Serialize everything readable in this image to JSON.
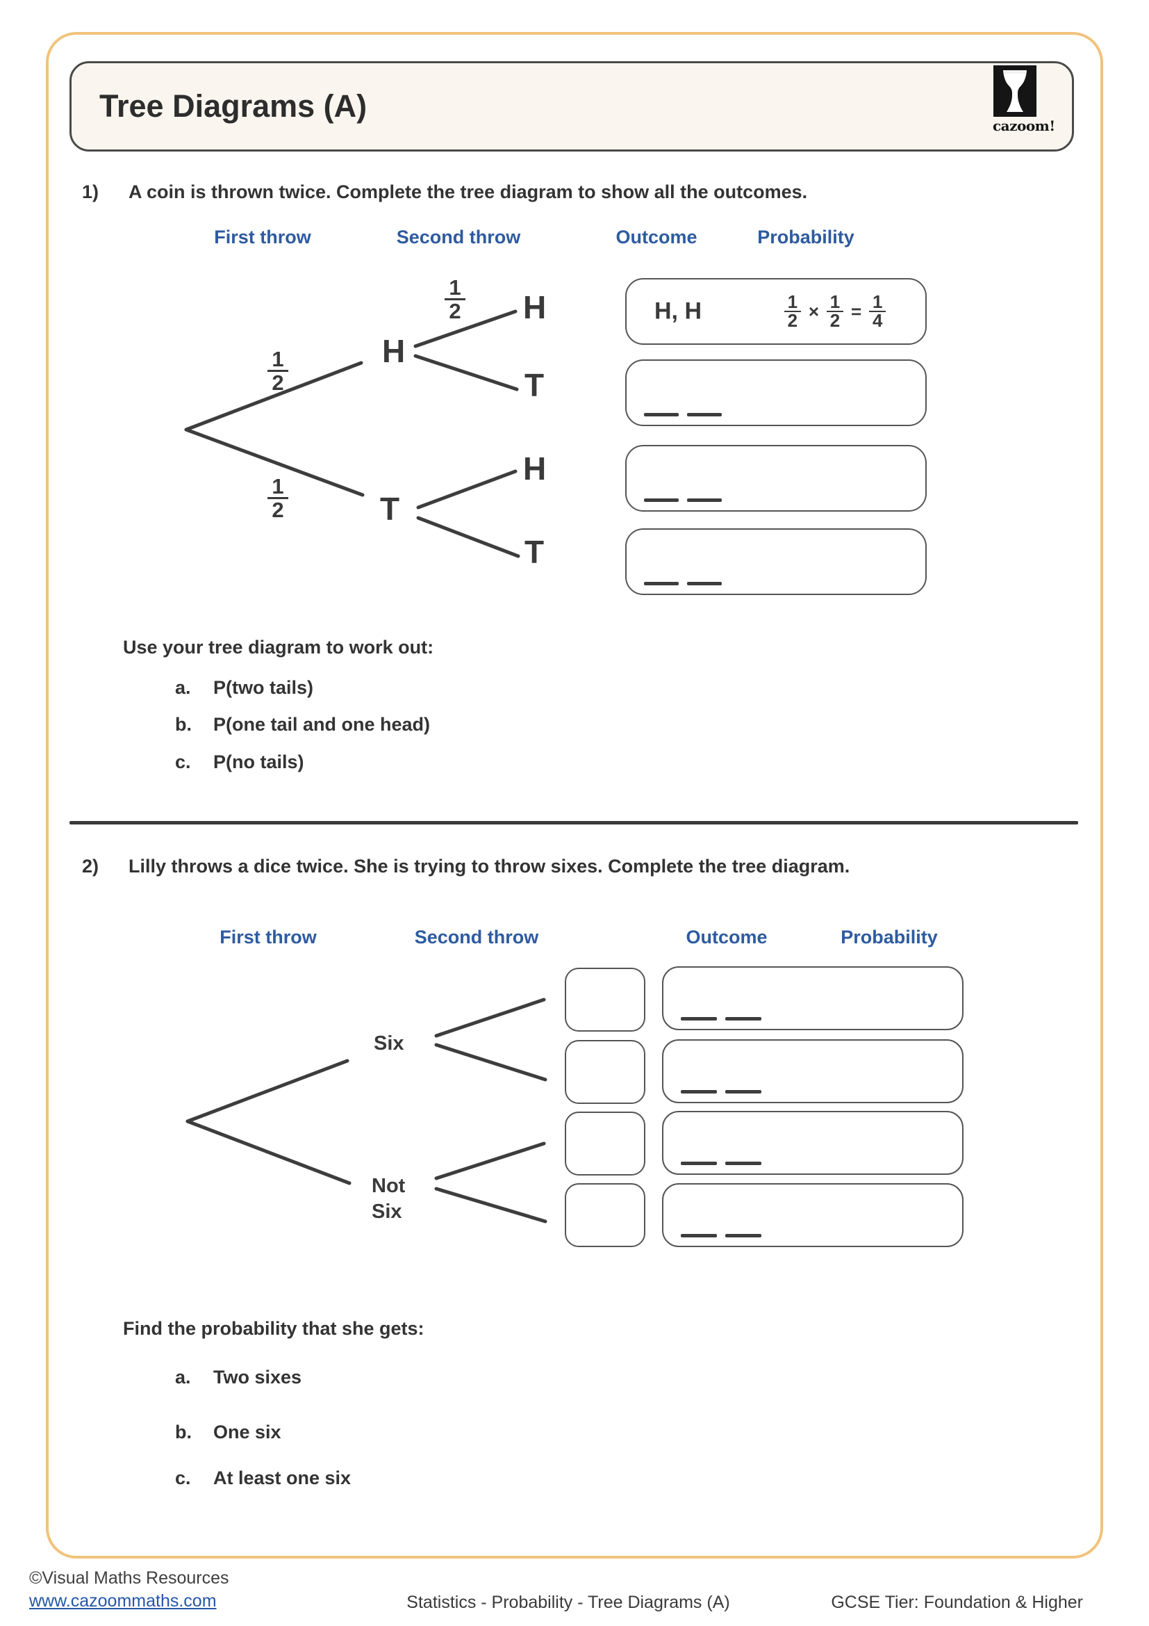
{
  "header": {
    "title": "Tree Diagrams (A)",
    "brand": "cazoom!"
  },
  "q1": {
    "number": "1)",
    "prompt": "A coin is thrown twice. Complete the tree diagram to show all the outcomes.",
    "cols": {
      "first": "First throw",
      "second": "Second throw",
      "outcome": "Outcome",
      "probability": "Probability"
    },
    "tree": {
      "first_labels": [
        "H",
        "T"
      ],
      "second_labels": [
        "H",
        "T",
        "H",
        "T"
      ],
      "fracs": {
        "first_upper": {
          "num": "1",
          "den": "2"
        },
        "first_lower": {
          "num": "1",
          "den": "2"
        },
        "second_upper": {
          "num": "1",
          "den": "2"
        }
      }
    },
    "rows": [
      {
        "outcome": "H, H",
        "prob": {
          "n1": "1",
          "d1": "2",
          "op": "×",
          "n2": "1",
          "d2": "2",
          "eq": "=",
          "n3": "1",
          "d3": "4"
        }
      },
      {
        "outcome": ""
      },
      {
        "outcome": ""
      },
      {
        "outcome": ""
      }
    ],
    "workout": {
      "intro": "Use your tree diagram to work out:",
      "items": [
        {
          "letter": "a.",
          "text": "P(two tails)"
        },
        {
          "letter": "b.",
          "text": "P(one tail and one head)"
        },
        {
          "letter": "c.",
          "text": "P(no tails)"
        }
      ]
    }
  },
  "q2": {
    "number": "2)",
    "prompt": "Lilly throws a dice twice. She is trying to throw sixes. Complete the tree diagram.",
    "cols": {
      "first": "First throw",
      "second": "Second throw",
      "outcome": "Outcome",
      "probability": "Probability"
    },
    "tree": {
      "first_upper": "Six",
      "first_lower_line1": "Not",
      "first_lower_line2": "Six"
    },
    "find": {
      "intro": "Find the probability that she gets:",
      "items": [
        {
          "letter": "a.",
          "text": "Two sixes"
        },
        {
          "letter": "b.",
          "text": "One six"
        },
        {
          "letter": "c.",
          "text": "At least one six"
        }
      ]
    }
  },
  "footer": {
    "copyright": "©Visual Maths Resources",
    "url": "www.cazoommaths.com",
    "center": "Statistics - Probability - Tree Diagrams (A)",
    "right": "GCSE Tier: Foundation & Higher"
  }
}
